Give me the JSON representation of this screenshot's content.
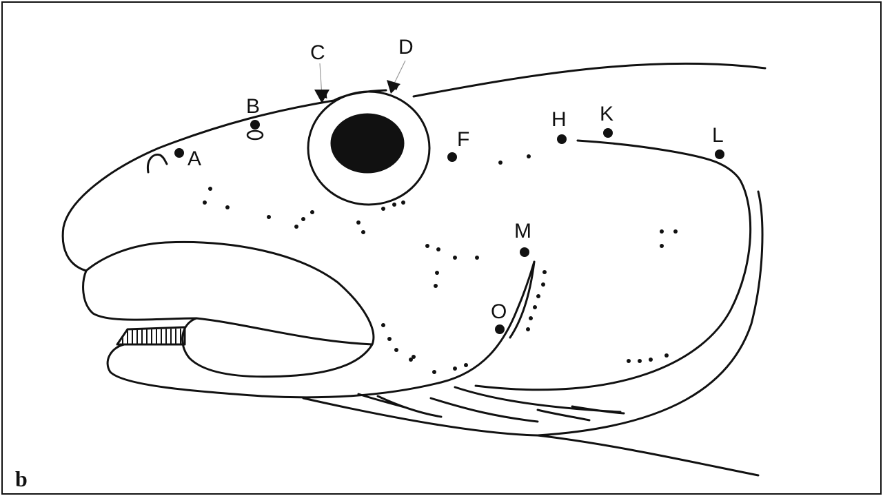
{
  "figure": {
    "panel_label": "b",
    "pore_labels": {
      "A": "A",
      "B": "B",
      "C": "C",
      "D": "D",
      "F": "F",
      "H": "H",
      "K": "K",
      "L": "L",
      "M": "M",
      "O": "O"
    }
  }
}
